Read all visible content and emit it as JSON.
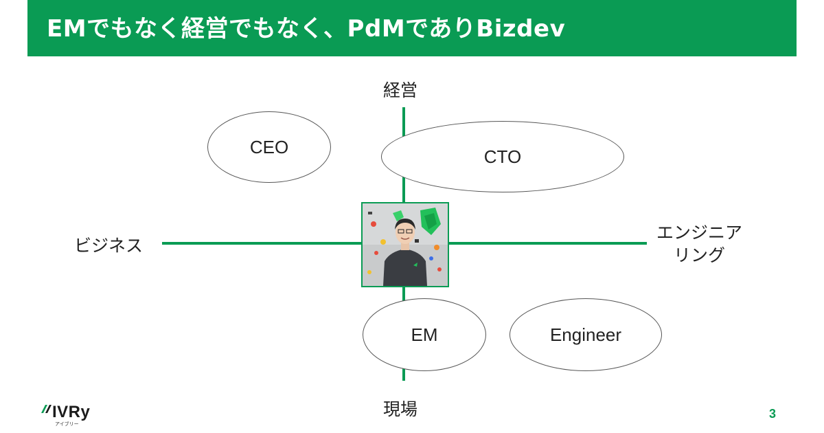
{
  "header": {
    "title": "EMでもなく経営でもなく、PdMでありBizdev"
  },
  "axes": {
    "top": "経営",
    "bottom": "現場",
    "left": "ビジネス",
    "right_line1": "エンジニア",
    "right_line2": "リング"
  },
  "roles": {
    "ceo": "CEO",
    "cto": "CTO",
    "em": "EM",
    "engineer": "Engineer"
  },
  "logo": {
    "name": "IVRy",
    "sub": "アイブリー"
  },
  "page_number": "3",
  "colors": {
    "accent": "#0a9b54"
  }
}
